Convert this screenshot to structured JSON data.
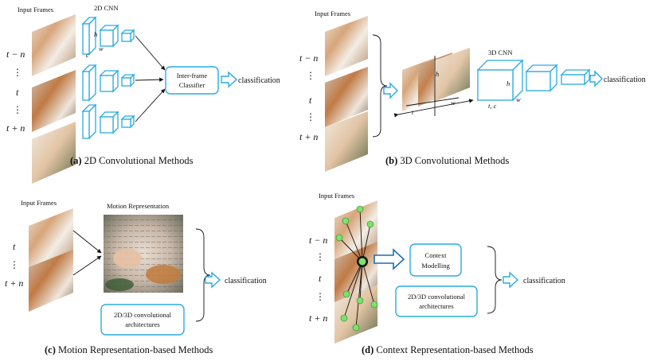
{
  "panel_a": {
    "input_frames": "Input Frames",
    "cnn_label": "2D CNN",
    "dim_h": "h",
    "dim_w": "w",
    "dim_c": "c",
    "time_top": "t − n",
    "time_dots1": "⋮",
    "time_mid": "t",
    "time_dots2": "⋮",
    "time_bot": "t + n",
    "classifier_line1": "Inter-frame",
    "classifier_line2": "Classifier",
    "output": "classification",
    "caption_bold": "(a)",
    "caption_text": " 2D Convolutional Methods"
  },
  "panel_b": {
    "input_frames": "Input Frames",
    "cnn_label": "3D CNN",
    "time_top": "t − n",
    "time_dots1": "⋮",
    "time_mid": "t",
    "time_dots2": "⋮",
    "time_bot": "t + n",
    "axis_h": "h",
    "axis_w": "w",
    "axis_t": "t",
    "cube_h": "h",
    "cube_w": "w",
    "cube_tc": "t, c",
    "output": "classification",
    "caption_bold": "(b)",
    "caption_text": " 3D Convolutional Methods"
  },
  "panel_c": {
    "input_frames": "Input Frames",
    "motion_label": "Motion Representation",
    "time_mid": "t",
    "time_dots": "⋮",
    "time_bot": "t + n",
    "arch_line1": "2D/3D convolutional",
    "arch_line2": "architectures",
    "output": "classification",
    "caption_bold": "(c)",
    "caption_text": " Motion Representation-based Methods"
  },
  "panel_d": {
    "input_frames": "Input Frames",
    "time_top": "t − n",
    "time_dots1": "⋮",
    "time_mid": "t",
    "time_dots2": "⋮",
    "time_bot": "t + n",
    "context_line1": "Context",
    "context_line2": "Modelling",
    "arch_line1": "2D/3D convolutional",
    "arch_line2": "architectures",
    "output": "classification",
    "caption_bold": "(d)",
    "caption_text": " Context Representation-based Methods"
  },
  "colors": {
    "accent": "#29abe2",
    "node": "#7be36b"
  }
}
